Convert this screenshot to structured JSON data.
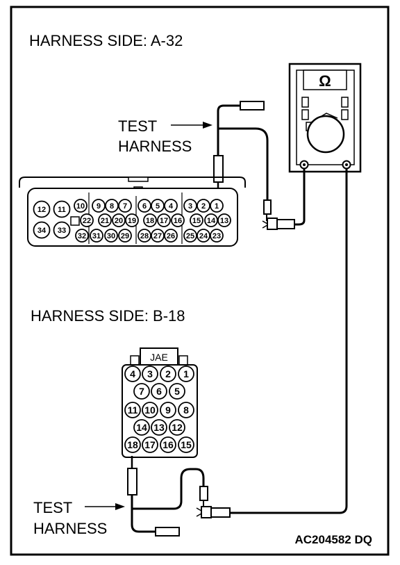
{
  "top_section": {
    "title": "HARNESS SIDE: A-32",
    "test_label_line1": "TEST",
    "test_label_line2": "HARNESS"
  },
  "meter": {
    "symbol": "Ω"
  },
  "connector_a32": {
    "row1_large": [
      "12",
      "11"
    ],
    "row1_groups": [
      [
        "10"
      ],
      [
        "9",
        "8",
        "7"
      ],
      [
        "6",
        "5",
        "4"
      ],
      [
        "3",
        "2",
        "1"
      ]
    ],
    "row2_large": [
      "34",
      "33"
    ],
    "row2": [
      "22",
      "21",
      "20",
      "19",
      "18",
      "17",
      "16",
      "15",
      "14",
      "13"
    ],
    "row3": [
      "32",
      "31",
      "30",
      "29",
      "28",
      "27",
      "26",
      "25",
      "24",
      "23"
    ]
  },
  "bottom_section": {
    "title": "HARNESS SIDE: B-18",
    "test_label_line1": "TEST",
    "test_label_line2": "HARNESS"
  },
  "connector_b18": {
    "brand": "JAE",
    "rows": [
      [
        "4",
        "3",
        "2",
        "1"
      ],
      [
        "7",
        "6",
        "5"
      ],
      [
        "11",
        "10",
        "9",
        "8"
      ],
      [
        "14",
        "13",
        "12"
      ],
      [
        "18",
        "17",
        "16",
        "15"
      ]
    ]
  },
  "figure_code": "AC204582 DQ"
}
